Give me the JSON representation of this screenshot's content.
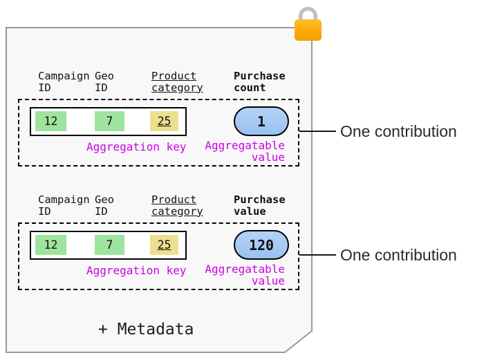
{
  "sections": [
    {
      "column_headers": [
        {
          "line1": "Campaign",
          "line2": "ID"
        },
        {
          "line1": "Geo",
          "line2": "ID"
        },
        {
          "line1": "Product",
          "line2": "category"
        }
      ],
      "value_header": {
        "line1": "Purchase",
        "line2": "count"
      },
      "key_cells": [
        {
          "value": "12"
        },
        {
          "value": "7"
        },
        {
          "value": "25"
        }
      ],
      "aggregation_key_label": "Aggregation key",
      "aggregatable_value": "1",
      "aggregatable_value_label": {
        "line1": "Aggregatable",
        "line2": "value"
      },
      "annotation": "One contribution"
    },
    {
      "column_headers": [
        {
          "line1": "Campaign",
          "line2": "ID"
        },
        {
          "line1": "Geo",
          "line2": "ID"
        },
        {
          "line1": "Product",
          "line2": "category"
        }
      ],
      "value_header": {
        "line1": "Purchase",
        "line2": "value"
      },
      "key_cells": [
        {
          "value": "12"
        },
        {
          "value": "7"
        },
        {
          "value": "25"
        }
      ],
      "aggregation_key_label": "Aggregation key",
      "aggregatable_value": "120",
      "aggregatable_value_label": {
        "line1": "Aggregatable",
        "line2": "value"
      },
      "annotation": "One contribution"
    }
  ],
  "footer": {
    "metadata_label": "+ Metadata"
  },
  "icons": {
    "lock": "padlock-icon"
  },
  "colors": {
    "key_cell_green": "#9EE49E",
    "key_cell_yellow": "#EBE08F",
    "value_pill_blue": "#A4C9F4",
    "label_magenta": "#CC00E6",
    "lock_orange": "#FBAA07",
    "lock_shackle_gray": "#BFBFBF",
    "paper_fill": "#F8F8F8",
    "paper_border": "#999999"
  }
}
